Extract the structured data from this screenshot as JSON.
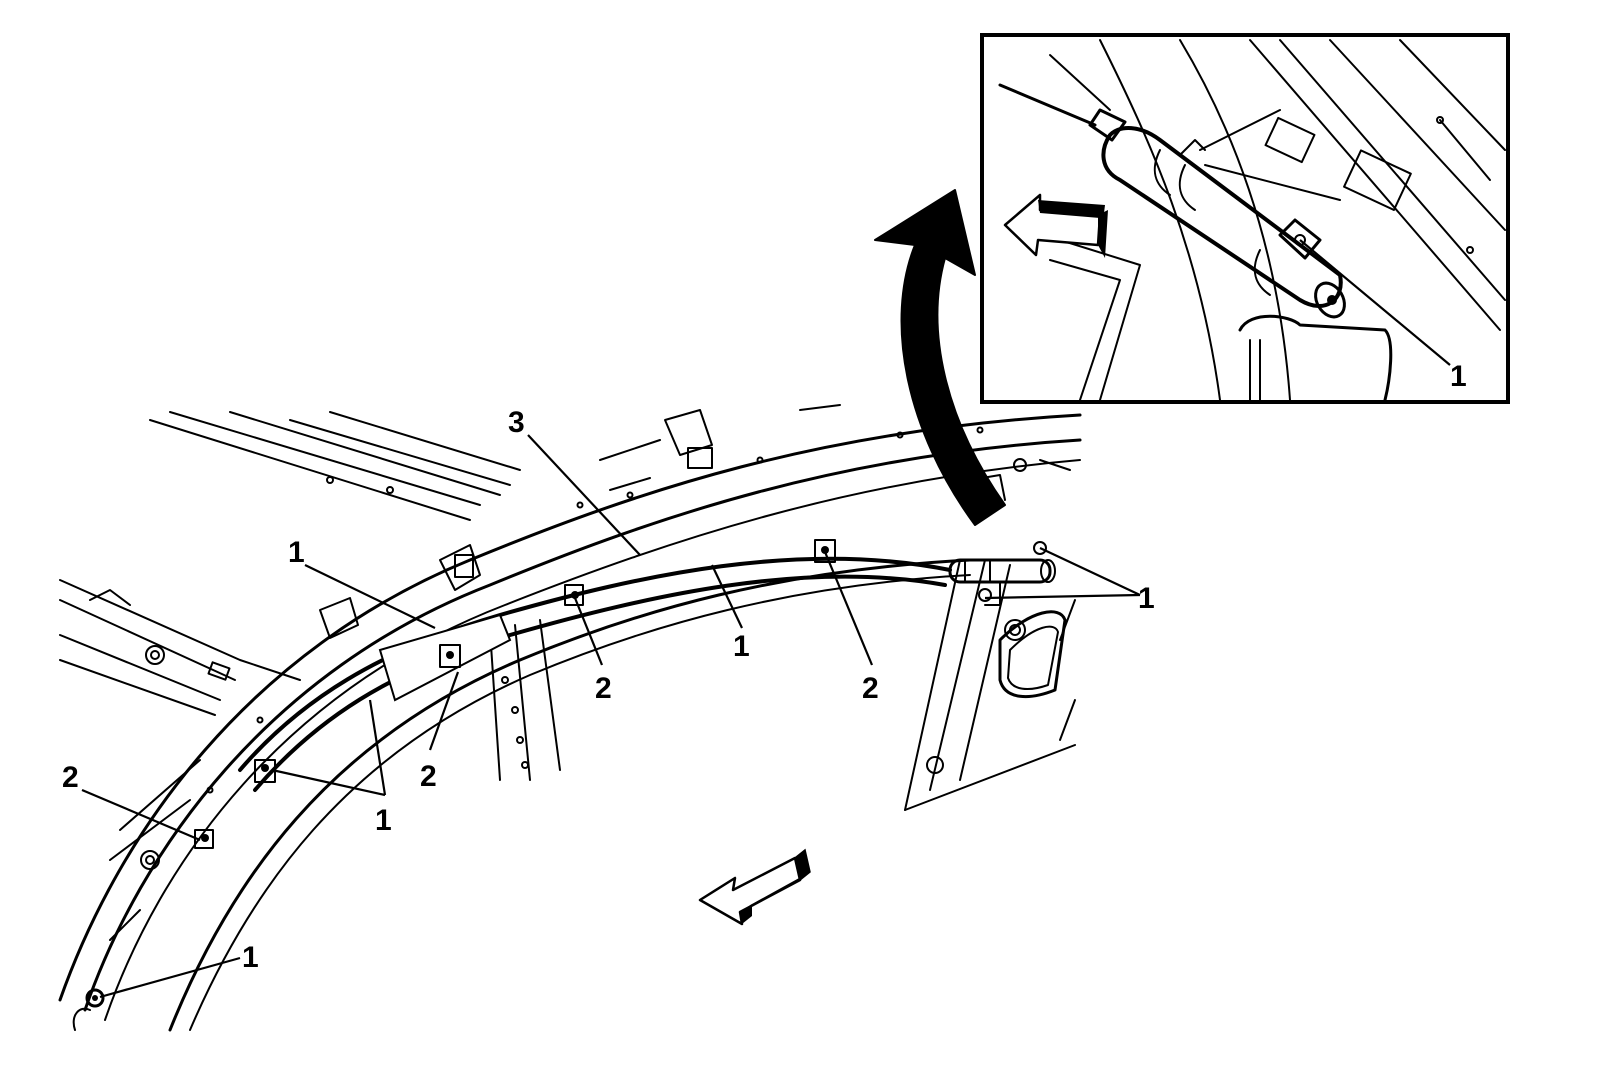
{
  "callouts": {
    "detail_1": "1",
    "label_3": "3",
    "label_1_left_upper": "1",
    "label_1_center": "1",
    "label_1_right": "1",
    "label_1_lower_left": "1",
    "label_1_bottom": "1",
    "label_2_center_left": "2",
    "label_2_center_right": "2",
    "label_2_lower_mid": "2",
    "label_2_left": "2"
  }
}
